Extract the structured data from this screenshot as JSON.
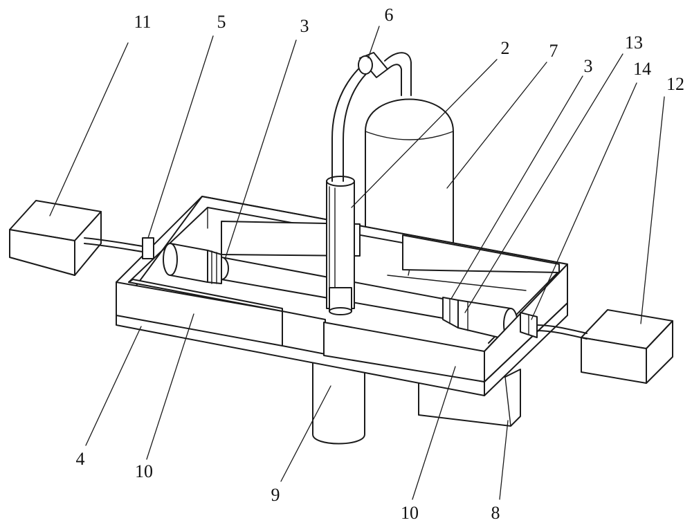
{
  "figure": {
    "reference_numerals": {
      "top_left_box": "11",
      "left_connector": "5",
      "left_fitting": "3",
      "hose_coupling": "6",
      "vertical_pipe": "2",
      "gas_cylinder": "7",
      "right_fitting": "3",
      "right_inner_end": "13",
      "right_connector": "14",
      "right_box": "12",
      "base_plate": "4",
      "left_side_panel": "10",
      "lower_cylinder": "9",
      "right_side_panel": "10",
      "support_block": "8"
    }
  }
}
